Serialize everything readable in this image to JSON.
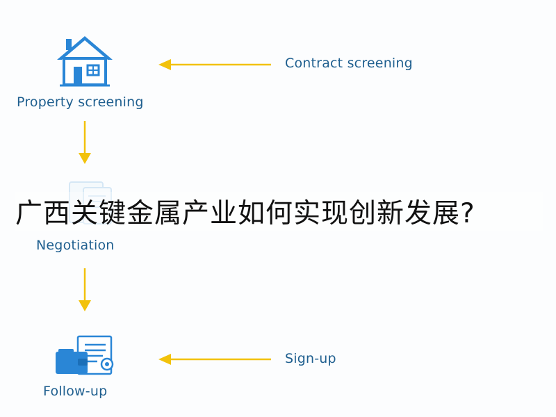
{
  "nodes": {
    "property": {
      "label": "Property screening",
      "icon": "house-icon"
    },
    "negotiation": {
      "label": "Negotiation",
      "icon": "documents-icon"
    },
    "followup": {
      "label": "Follow-up",
      "icon": "wallet-document-icon"
    }
  },
  "side_labels": {
    "contract": "Contract screening",
    "signup": "Sign-up"
  },
  "overlay": {
    "title": "广西关键金属产业如何实现创新发展?"
  },
  "colors": {
    "arrow": "#f2c20b",
    "icon": "#2a86d6",
    "text": "#1f5f8f"
  }
}
